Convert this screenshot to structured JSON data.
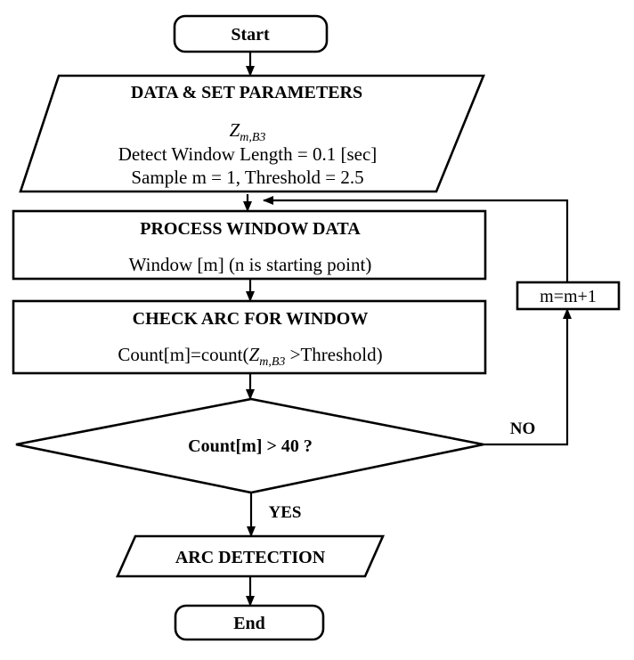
{
  "diagram": {
    "type": "flowchart",
    "background_color": "#ffffff",
    "line_color": "#000000",
    "text_color": "#000000",
    "nodes": {
      "start": {
        "shape": "rounded-rectangle",
        "label": "Start"
      },
      "data_params": {
        "shape": "parallelogram",
        "title": "DATA & SET PARAMETERS",
        "var_main": "Z",
        "var_sub": "m,B3",
        "line2": "Detect Window Length = 0.1 [sec]",
        "line3": "Sample m = 1, Threshold = 2.5"
      },
      "process": {
        "shape": "rectangle",
        "title": "PROCESS WINDOW DATA",
        "body": "Window [m] (n is starting point)"
      },
      "check": {
        "shape": "rectangle",
        "title": "CHECK ARC FOR WINDOW",
        "formula_prefix": "Count[m]=count(",
        "formula_var": "Z",
        "formula_sub": "m,B3",
        "formula_suffix": " >Threshold)"
      },
      "decision": {
        "shape": "diamond",
        "label": "Count[m] > 40 ?"
      },
      "increment": {
        "shape": "rectangle",
        "label": "m=m+1"
      },
      "arc_detection": {
        "shape": "parallelogram",
        "label": "ARC DETECTION"
      },
      "end": {
        "shape": "rounded-rectangle",
        "label": "End"
      }
    },
    "edge_labels": {
      "no": "NO",
      "yes": "YES"
    }
  }
}
